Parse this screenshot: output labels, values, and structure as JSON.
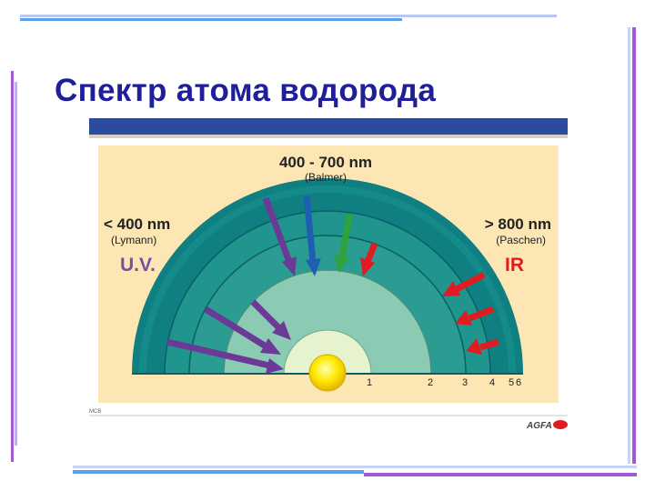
{
  "slide": {
    "title": "Спектр атома водорода"
  },
  "figure": {
    "center_label": {
      "range": "400 - 700 nm",
      "series": "(Balmer)"
    },
    "left_label": {
      "range": "< 400 nm",
      "series": "(Lymann)",
      "region": "U.V."
    },
    "right_label": {
      "range": "> 800 nm",
      "series": "(Paschen)",
      "region": "IR"
    },
    "level_numbers": [
      "1",
      "2",
      "3",
      "4",
      "5",
      "6"
    ],
    "credit_left": "MCB",
    "brand": "AGFA"
  },
  "colors": {
    "title": "#1f1f9a",
    "background_panel": "#fbe6b4",
    "ring_dark": "#0f7f82",
    "ring_mid": "#2a9c92",
    "ring_light": "#8ccbb3",
    "core": "#e7f2cf",
    "sun": "#ffe800",
    "arrow_uv": "#6a3a96",
    "arrow_blue": "#1e5fb4",
    "arrow_green": "#2fa23c",
    "arrow_red": "#e01c22",
    "uv_text": "#7a4ea6",
    "ir_text": "#e01c22",
    "accent_bar": "#2b4b9c",
    "deco_purple": "#a05ad6",
    "deco_blue": "#5aa0e6"
  }
}
